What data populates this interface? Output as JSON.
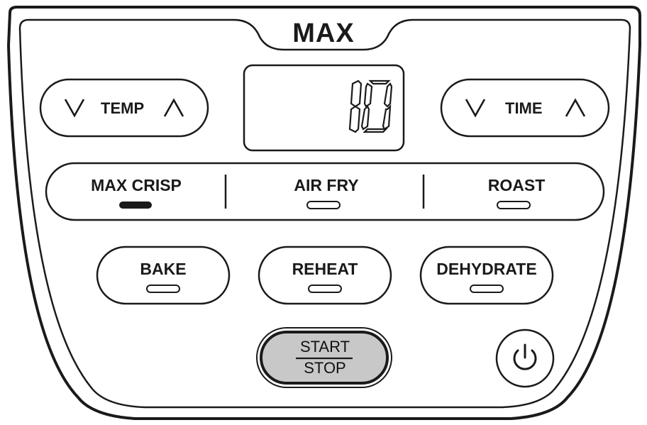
{
  "brand": "MAX",
  "display": {
    "value": "10"
  },
  "temp_control": {
    "label": "TEMP",
    "down_icon": "chevron-down-icon",
    "up_icon": "chevron-up-icon"
  },
  "time_control": {
    "label": "TIME",
    "down_icon": "chevron-down-icon",
    "up_icon": "chevron-up-icon"
  },
  "modes_primary": [
    {
      "label": "MAX CRISP",
      "active": true
    },
    {
      "label": "AIR FRY",
      "active": false
    },
    {
      "label": "ROAST",
      "active": false
    }
  ],
  "modes_secondary": [
    {
      "label": "BAKE",
      "active": false
    },
    {
      "label": "REHEAT",
      "active": false
    },
    {
      "label": "DEHYDRATE",
      "active": false
    }
  ],
  "start_stop": {
    "top_label": "START",
    "bottom_label": "STOP"
  },
  "power": {
    "icon": "power-icon"
  },
  "colors": {
    "line": "#1a1a1a",
    "button_fill_start": "#c8c8c8",
    "background": "#ffffff",
    "indicator_active": "#1a1a1a"
  }
}
